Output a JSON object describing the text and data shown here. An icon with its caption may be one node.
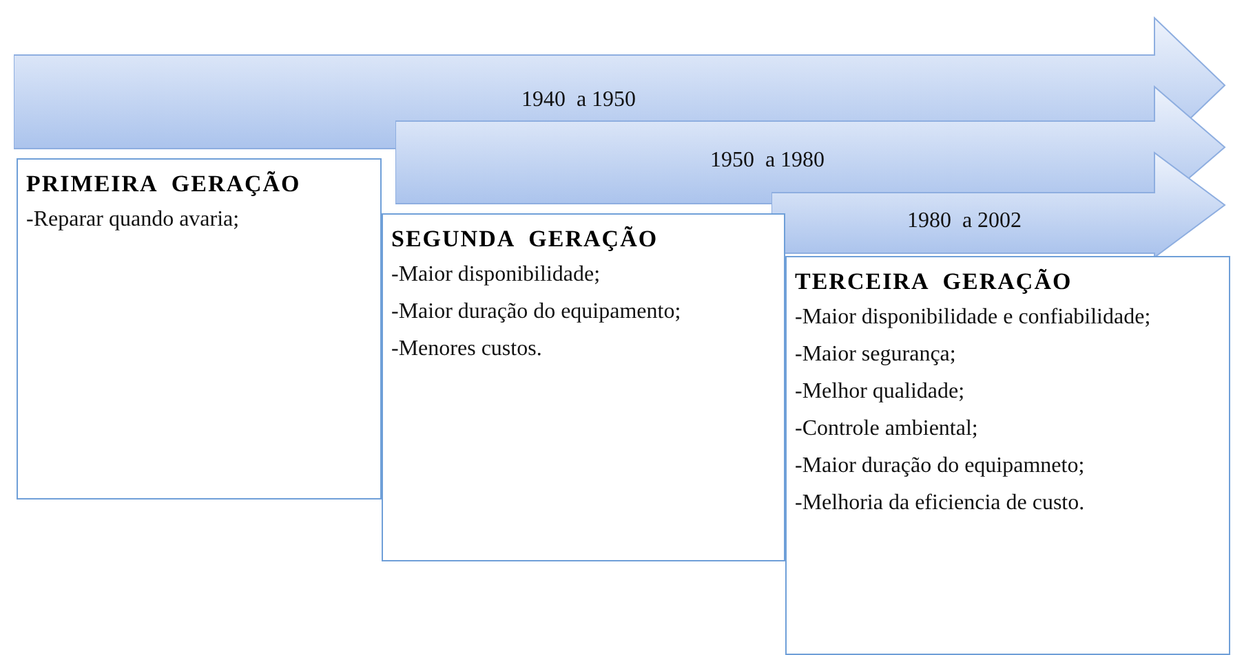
{
  "diagram": {
    "nodes": [
      {
        "text": [
          "1940  a 1950"
        ]
      },
      {
        "text": [
          "1950  a 1980"
        ]
      },
      {
        "text": [
          "1980  a 2002"
        ]
      },
      {
        "text": [
          "PRIMEIRA  GERAÇÃO",
          "-Reparar quando avaria;"
        ]
      },
      {
        "text": [
          "SEGUNDA  GERAÇÃO",
          "-Maior disponibilidade;",
          "-Maior duração do equipamento;",
          "-Menores custos."
        ]
      },
      {
        "text": [
          "TERCEIRA  GERAÇÃO",
          "-Maior disponibilidade e confiabilidade;",
          "-Maior segurança;",
          "-Melhor qualidade;",
          "-Controle ambiental;",
          "-Maior duração do equipamneto;",
          "-Melhoria da eficiencia de custo."
        ]
      }
    ]
  }
}
